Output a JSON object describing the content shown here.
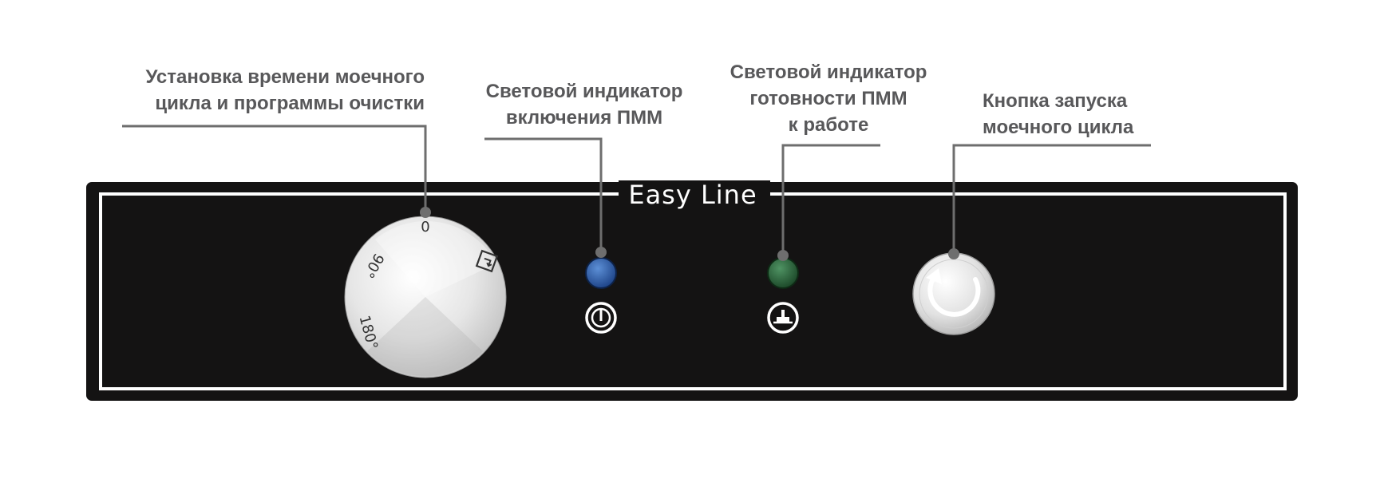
{
  "panel": {
    "brand": "Easy Line"
  },
  "dial": {
    "mark_top": "0",
    "mark_90": "90°",
    "mark_180": "180°"
  },
  "callouts": {
    "timer": {
      "line1": "Установка времени моечного",
      "line2": "цикла и программы очистки"
    },
    "power_led": {
      "line1": "Световой индикатор",
      "line2": "включения ПММ"
    },
    "ready_led": {
      "line1": "Световой индикатор",
      "line2": "готовности ПММ",
      "line3": "к работе"
    },
    "start_button": {
      "line1": "Кнопка запуска",
      "line2": "моечного цикла"
    }
  },
  "colors": {
    "panel": "#141313",
    "callout_text": "#58585a",
    "leader_line": "#6e6e6e",
    "power_led": "#2d5ea8",
    "ready_led": "#2f6a3d"
  }
}
